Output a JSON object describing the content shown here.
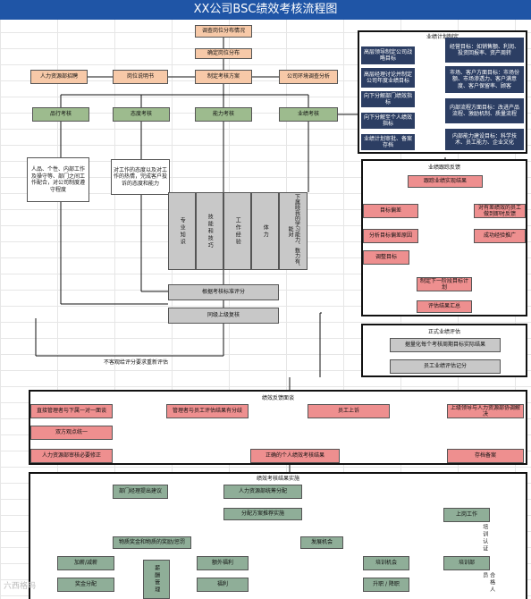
{
  "title": "XX公司BSC绩效考核流程图",
  "top": {
    "survey": "调查岗位分布情况",
    "confirm": "确定岗位分布",
    "hr_recruit": "人力资源部招聘",
    "job_desc": "岗位说明书",
    "plan": "制定考核方案",
    "env": "公司环境调查分析"
  },
  "assess": {
    "character": "品行考核",
    "attitude": "态度考核",
    "ability": "能力考核",
    "performance": "业绩考核"
  },
  "notes": {
    "character_note": "人品、个性、内部工作及操守等、部门之间工作配合，对公司制度遵守程度",
    "attitude_note": "对工作的态度以及对工作的热情，完成客户投诉的态度和能力"
  },
  "ability_cols": [
    "专业知识",
    "技能和技巧",
    "工作经验",
    "体力",
    "下属晓我的学习能力、数力有、能对"
  ],
  "middle": {
    "standard_score": "根据考核标准评分",
    "upper_review": "同级上级复核",
    "dispute": "不客观给评分要求重新评估"
  },
  "plan_section": {
    "title": "业绩计划制定",
    "left": [
      "高层领导制定公司战略目标",
      "高层经理讨论并制定公司年度业绩目标",
      "向下分解部门绩效指标",
      "向下分解至个人绩效指标",
      "业绩计划审批、备案存档"
    ],
    "right": [
      "经营目标：如销售额、利润、投资回报率、资产周转",
      "市场、客户方面目标：市场份额、市场渗透力、客户满意度、客户保留率、顾客",
      "内部流程方面目标：改进产品流程、激励机制、质量流程",
      "内部能力建设目标：科学技术、员工能力、企业文化"
    ]
  },
  "review_section": {
    "title": "业绩跟踪反馈",
    "track": "跟踪业绩实现结果",
    "gap": "目标偏差",
    "corrective": "对有差绩效的员工做到即时反馈",
    "analyze": "分析目标偏差原因",
    "promote": "成功经验推广",
    "adjust": "调整目标",
    "next": "制定下一阶段目标计划",
    "result_summary": "评估结果汇总"
  },
  "formal": {
    "title": "正式业绩评估",
    "by_standard": "据量化每个考核周期目标实际结果",
    "record": "员工业绩评估记分"
  },
  "feedback": {
    "title": "绩效反馈面谈",
    "talk": "直接管理者与下属一对一面谈",
    "inform": "管理者与员工评估结果有分歧",
    "appeal": "员工上诉",
    "hr_handle": "上级领导与人力资源部协调解决",
    "agree": "双方观点统一",
    "hr_fix": "人力资源部审核必要修正",
    "final": "正确的个人绩效考核结果",
    "archive": "存档备案"
  },
  "apply": {
    "title": "绩效考核结果实施",
    "suggest": "部门经理提出建议",
    "hr_plan": "人力资源部统筹分配",
    "execute": "分配方案推荐实施",
    "rewards": "物质奖金和物质的奖励/惩罚",
    "develop": "发展机会",
    "raise": "加薪/减薪",
    "bonus": "奖金分配",
    "salary_mgmt": "薪酬管理",
    "extra": "额外福利",
    "welfare": "福利",
    "training": "培训机会",
    "train2": "培训部",
    "promote": "升职 / 降职",
    "job_rotate": "上岗工作",
    "train_v": "培训认证",
    "train_v2": "合格人员"
  },
  "watermark": "六西格玛"
}
